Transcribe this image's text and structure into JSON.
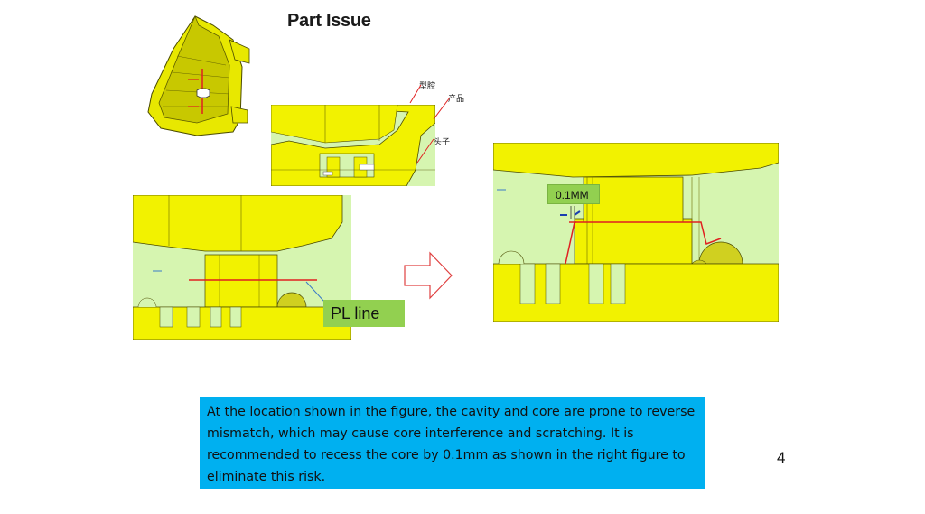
{
  "slide": {
    "title": "Part Issue",
    "page_number": "4"
  },
  "callouts": {
    "cavity": "型腔",
    "product": "产品",
    "core": "头子"
  },
  "labels": {
    "pl_line": "PL line",
    "gap": "0.1MM"
  },
  "note": {
    "text": "At the location shown in the figure, the cavity and core are prone to reverse mismatch, which may cause core interference and scratching. It is recommended to recess the core by 0.1mm as shown in the right figure to eliminate this risk."
  },
  "colors": {
    "part_yellow": "#f2f200",
    "mold_green": "#d6f5b0",
    "accent_red": "#e02020",
    "note_blue": "#00b0f0",
    "label_green": "#92d050"
  }
}
